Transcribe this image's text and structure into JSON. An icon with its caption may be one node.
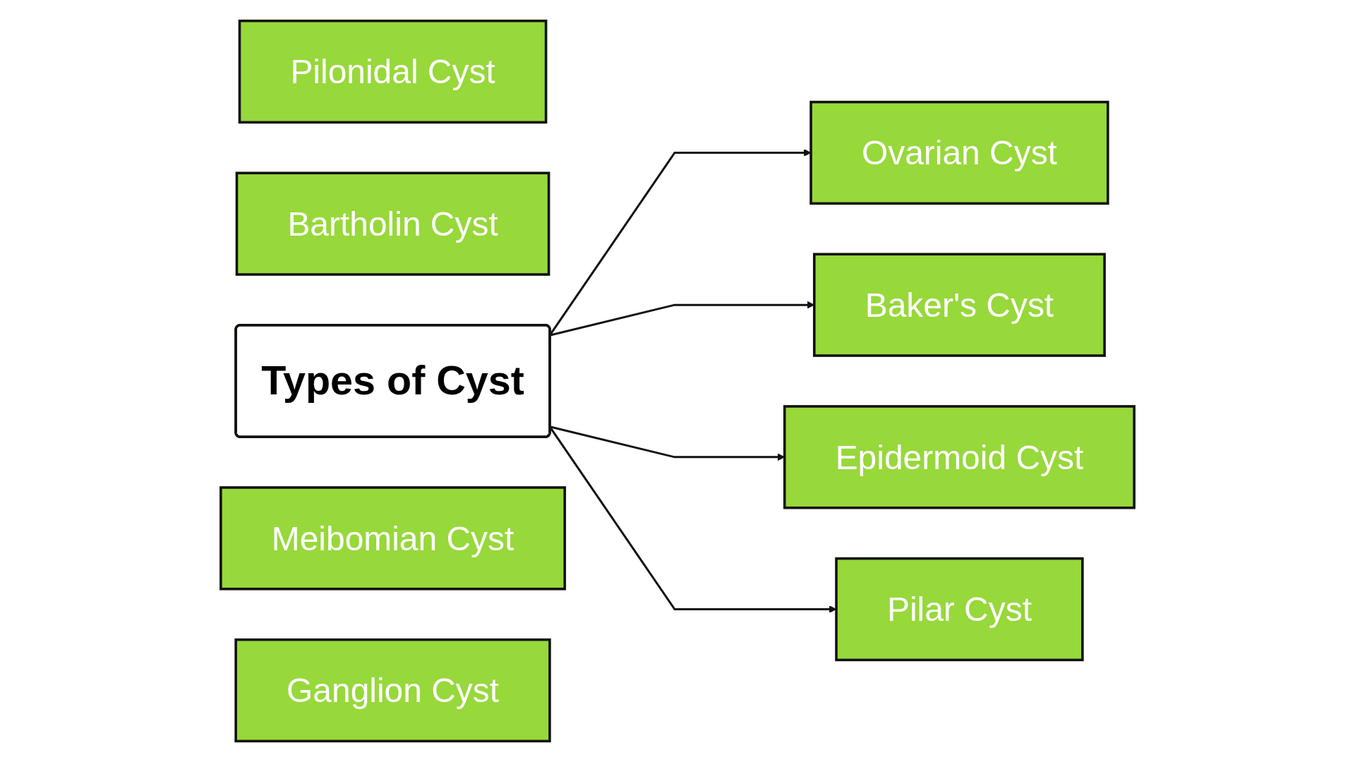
{
  "diagram": {
    "nodes": [
      {
        "text": [
          "Ovarian Cyst"
        ]
      },
      {
        "text": [
          "Pilonidal Cyst"
        ]
      },
      {
        "text": [
          "Bartholin Cyst"
        ]
      },
      {
        "text": [
          "Epidermoid Cyst"
        ]
      },
      {
        "text": [
          "Types of Cyst"
        ]
      },
      {
        "text": [
          "Baker's Cyst"
        ]
      },
      {
        "text": [
          "Meibomian Cyst"
        ]
      },
      {
        "text": [
          "Ganglion Cyst"
        ]
      },
      {
        "text": [
          "Pilar Cyst"
        ]
      }
    ],
    "edges": [
      {
        "from": 4,
        "to": 0,
        "arrow": "to"
      },
      {
        "from": 4,
        "to": 5,
        "arrow": "to"
      },
      {
        "from": 4,
        "to": 3,
        "arrow": "to"
      },
      {
        "from": 4,
        "to": 8,
        "arrow": "to"
      }
    ]
  }
}
